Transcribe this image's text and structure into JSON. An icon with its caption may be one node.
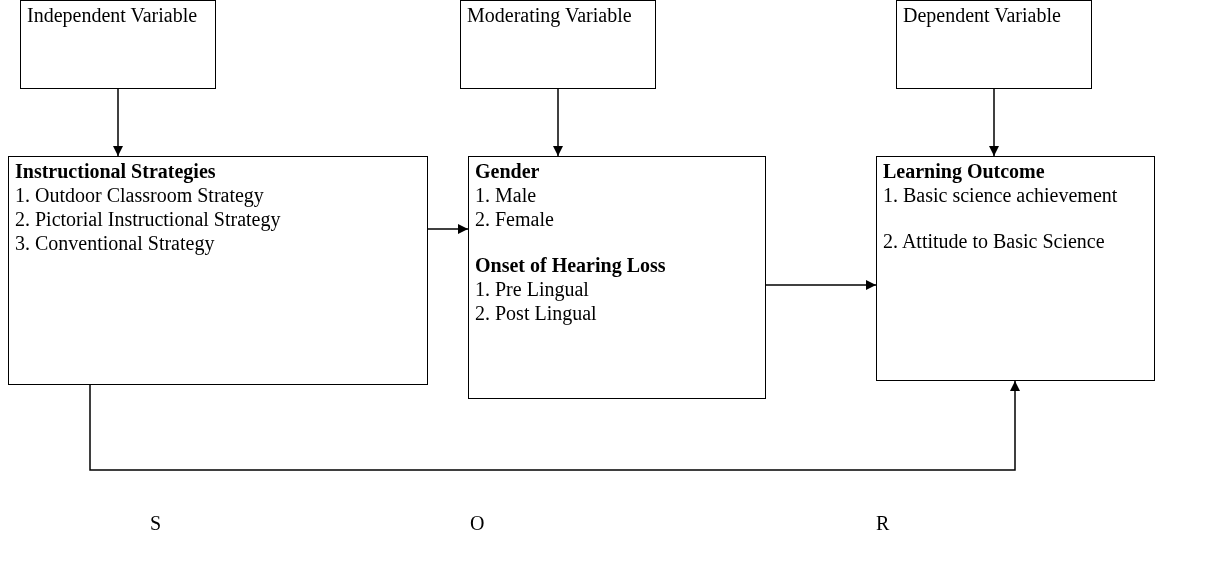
{
  "diagram": {
    "nodes": [
      {
        "text": [
          "Independent Variable"
        ]
      },
      {
        "text": [
          "Moderating Variable"
        ]
      },
      {
        "text": [
          "Dependent Variable"
        ]
      },
      {
        "text": [
          "Instructional Strategies",
          "1. Outdoor Classroom Strategy",
          "2. Pictorial Instructional Strategy",
          "3. Conventional Strategy"
        ]
      },
      {
        "text": [
          "Gender",
          "1. Male",
          "2. Female",
          "Onset of Hearing Loss",
          "1. Pre Lingual",
          "2. Post Lingual"
        ]
      },
      {
        "text": [
          "Learning Outcome",
          "1. Basic science achievement",
          "2. Attitude to Basic Science"
        ]
      }
    ],
    "edges": [
      {
        "from": 0,
        "to": 3,
        "arrow": "to"
      },
      {
        "from": 1,
        "to": 4,
        "arrow": "to"
      },
      {
        "from": 2,
        "to": 5,
        "arrow": "to"
      },
      {
        "from": 3,
        "to": 4,
        "arrow": "to"
      },
      {
        "from": 4,
        "to": 5,
        "arrow": "to"
      },
      {
        "from": 3,
        "to": 5,
        "arrow": "to"
      }
    ],
    "labels": [
      "S",
      "O",
      "R"
    ]
  }
}
